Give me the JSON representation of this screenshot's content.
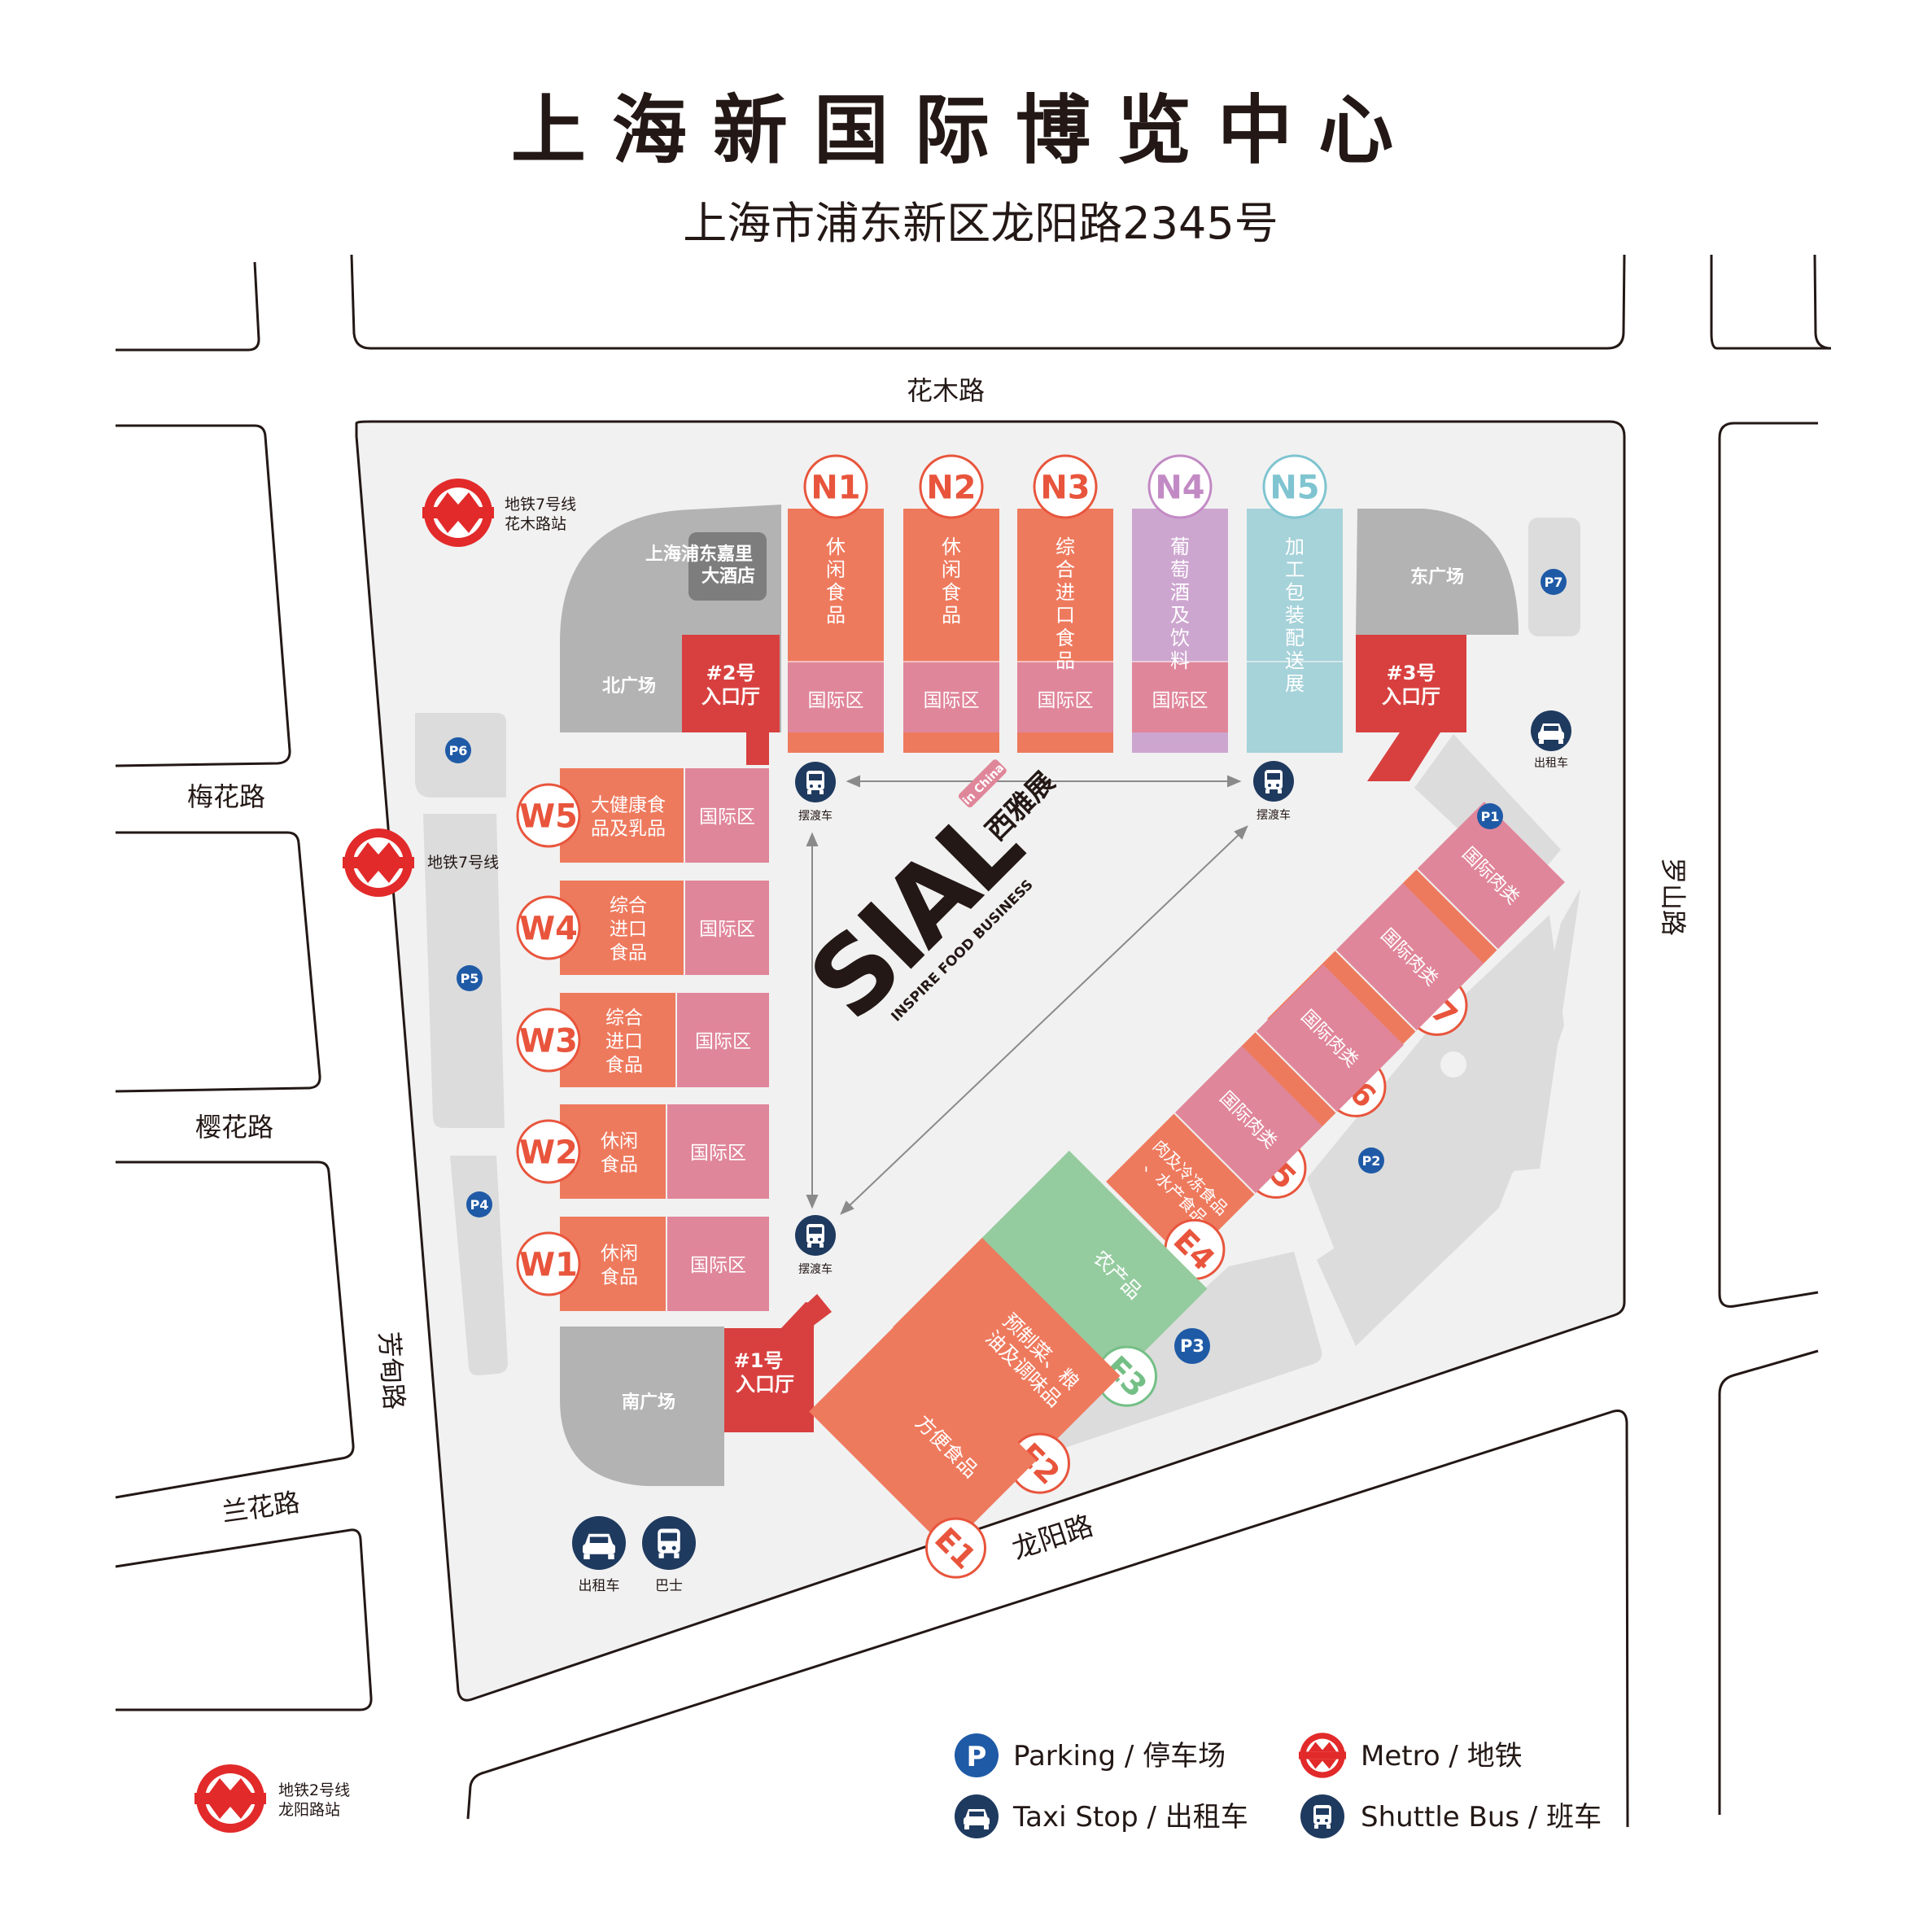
{
  "title": "上 海 新 国 际 博 览 中 心",
  "address": "上海市浦东新区龙阳路2345号",
  "roads": {
    "huamu": "花木路",
    "meihua": "梅花路",
    "yinghua": "樱花路",
    "fangdian": "芳甸路",
    "lanhua": "兰花路",
    "longyang": "龙阳路",
    "luoshan": "罗山路"
  },
  "metro_stations": {
    "huamu_line": "地铁7号线",
    "huamu_station": "花木路站",
    "line7": "地铁7号线",
    "longyang_line": "地铁2号线",
    "longyang_station": "龙阳路站"
  },
  "hotel": {
    "line1": "上海浦东嘉里",
    "line2": "大酒店"
  },
  "plazas": {
    "north": "北广场",
    "east": "东广场",
    "south": "南广场"
  },
  "entrances": {
    "e2_line1": "#2号",
    "e2_line2": "入口厅",
    "e3_line1": "#3号",
    "e3_line2": "入口厅",
    "e1_line1": "#1号",
    "e1_line2": "入口厅"
  },
  "parking": {
    "p1": "P1",
    "p2": "P2",
    "p3": "P3",
    "p4": "P4",
    "p5": "P5",
    "p6": "P6",
    "p7": "P7"
  },
  "north_halls": [
    {
      "id": "N1",
      "label": "休闲食品",
      "intl": "国际区",
      "color": "#ee7a5e",
      "intl_color": "#e0869a",
      "badge": "#e8553c"
    },
    {
      "id": "N2",
      "label": "休闲食品",
      "intl": "国际区",
      "color": "#ee7a5e",
      "intl_color": "#e0869a",
      "badge": "#e8553c"
    },
    {
      "id": "N3",
      "label": "综合进口食品",
      "intl": "国际区",
      "color": "#ee7a5e",
      "intl_color": "#e0869a",
      "badge": "#e8553c"
    },
    {
      "id": "N4",
      "label": "葡萄酒及饮料",
      "intl": "国际区",
      "color": "#cda6cf",
      "intl_color": "#e0869a",
      "badge": "#c28ac4"
    },
    {
      "id": "N5",
      "label": "加工包装配送展",
      "intl": "",
      "color": "#a6d2d9",
      "intl_color": "#a6d2d9",
      "badge": "#7fc4d0"
    }
  ],
  "west_halls": [
    {
      "id": "W5",
      "label1": "大健康食",
      "label2": "品及乳品",
      "label3": "",
      "intl": "国际区"
    },
    {
      "id": "W4",
      "label1": "综合",
      "label2": "进口",
      "label3": "食品",
      "intl": "国际区"
    },
    {
      "id": "W3",
      "label1": "综合",
      "label2": "进口",
      "label3": "食品",
      "intl": "国际区"
    },
    {
      "id": "W2",
      "label1": "休闲",
      "label2": "食品",
      "label3": "",
      "intl": "国际区"
    },
    {
      "id": "W1",
      "label1": "休闲",
      "label2": "食品",
      "label3": "",
      "intl": "国际区"
    }
  ],
  "east_halls": [
    {
      "id": "E7",
      "outer": "肉类",
      "inner": "国际肉类"
    },
    {
      "id": "E6",
      "outer": "肉类",
      "inner": "国际肉类"
    },
    {
      "id": "E5",
      "outer": "肉类",
      "inner": "国际肉类"
    },
    {
      "id": "E4",
      "outer": "肉及冷冻食品、水产食品",
      "inner": "国际肉类"
    },
    {
      "id": "E3",
      "outer": "农产品",
      "inner": ""
    },
    {
      "id": "E2",
      "outer": "预制菜、粮油及调味品",
      "inner": ""
    },
    {
      "id": "E1",
      "outer": "方便食品",
      "inner": ""
    }
  ],
  "shuttle_label": "摆渡车",
  "taxi_label": "出租车",
  "bus_label": "巴士",
  "sial": {
    "logo": "SIAL",
    "cn": "西雅展",
    "tag": "in China",
    "slogan": "INSPIRE FOOD BUSINESS"
  },
  "legend": {
    "parking": "Parking / 停车场",
    "metro": "Metro / 地铁",
    "taxi": "Taxi Stop / 出租车",
    "shuttle": "Shuttle Bus / 班车"
  },
  "colors": {
    "hall": "#ee7a5e",
    "intl": "#e0869a",
    "entrance": "#d8403f",
    "plaza": "#b3b3b3",
    "site": "#f1f1f1",
    "parking_lot": "#dcdcdc",
    "navy": "#1f3a5f",
    "metro_red": "#e22a2a",
    "produce": "#95cc9f",
    "produce_badge": "#74bf86"
  }
}
